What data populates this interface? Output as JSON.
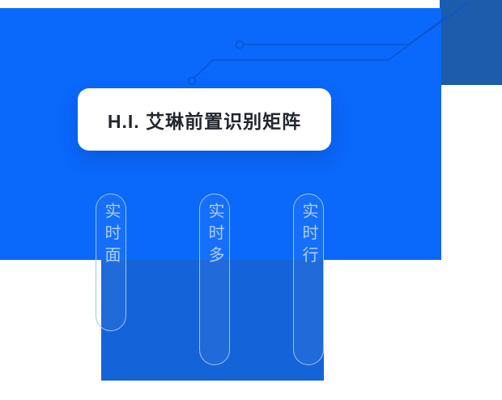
{
  "hero": {
    "card": {
      "title": "H.I. 艾琳前置识别矩阵"
    },
    "pills": [
      {
        "label": "实时面"
      },
      {
        "label": "实时多"
      },
      {
        "label": "实时行"
      }
    ]
  },
  "colors": {
    "primary": "#0a68fb",
    "corner_blue": "#1d5cad",
    "panel_blue": "#1563d8",
    "card_bg": "#ffffff",
    "card_text": "#23272e",
    "circuit_line": "#0b55cc",
    "pill_stroke": "#9cc6f5",
    "pill_text": "#aecdfa"
  }
}
